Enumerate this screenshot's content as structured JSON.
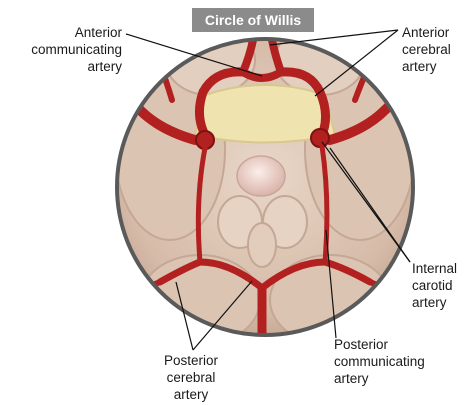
{
  "title": "Circle of Willis",
  "labels": {
    "anterior_communicating": [
      "Anterior",
      "communicating",
      "artery"
    ],
    "anterior_cerebral": [
      "Anterior",
      "cerebral",
      "artery"
    ],
    "internal_carotid": [
      "Internal",
      "carotid",
      "artery"
    ],
    "posterior_communicating": [
      "Posterior",
      "communicating",
      "artery"
    ],
    "posterior_cerebral": [
      "Posterior",
      "cerebral",
      "artery"
    ]
  },
  "colors": {
    "artery": "#b32020",
    "artery_dark": "#7d1212",
    "background_tissue": "#d9c3b4",
    "pale_yellow": "#efe3b0",
    "title_bg": "#8b8b8b",
    "circle_border": "#5a5a5a"
  }
}
